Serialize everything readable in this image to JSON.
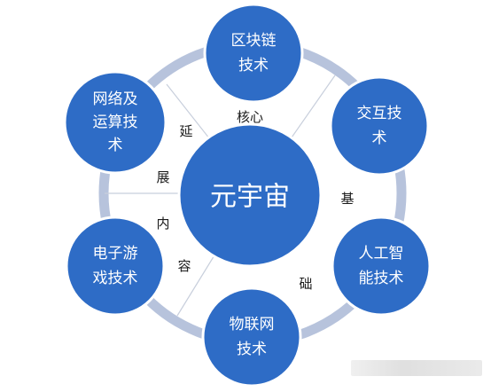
{
  "center": {
    "label": "元宇宙"
  },
  "nodes": [
    {
      "id": "blockchain",
      "lines": [
        "区块链",
        "技术"
      ]
    },
    {
      "id": "interaction",
      "lines": [
        "交互技",
        "术"
      ]
    },
    {
      "id": "ai",
      "lines": [
        "人工智",
        "能技术"
      ]
    },
    {
      "id": "iot",
      "lines": [
        "物联网",
        "技术"
      ]
    },
    {
      "id": "gaming",
      "lines": [
        "电子游",
        "戏技术"
      ]
    },
    {
      "id": "network",
      "lines": [
        "网络及",
        "运算技",
        "术"
      ]
    }
  ],
  "annotations": {
    "core": "核心",
    "base_1": "基",
    "base_2": "础",
    "ext_1": "延",
    "ext_2": "展",
    "ext_3": "内",
    "ext_4": "容"
  },
  "colors": {
    "node_fill": "#2e6cc6",
    "node_stroke": "#ffffff",
    "ring": "#b7c3dc",
    "divider": "#c8cfdc",
    "annotation_text": "#1a1a1a"
  }
}
